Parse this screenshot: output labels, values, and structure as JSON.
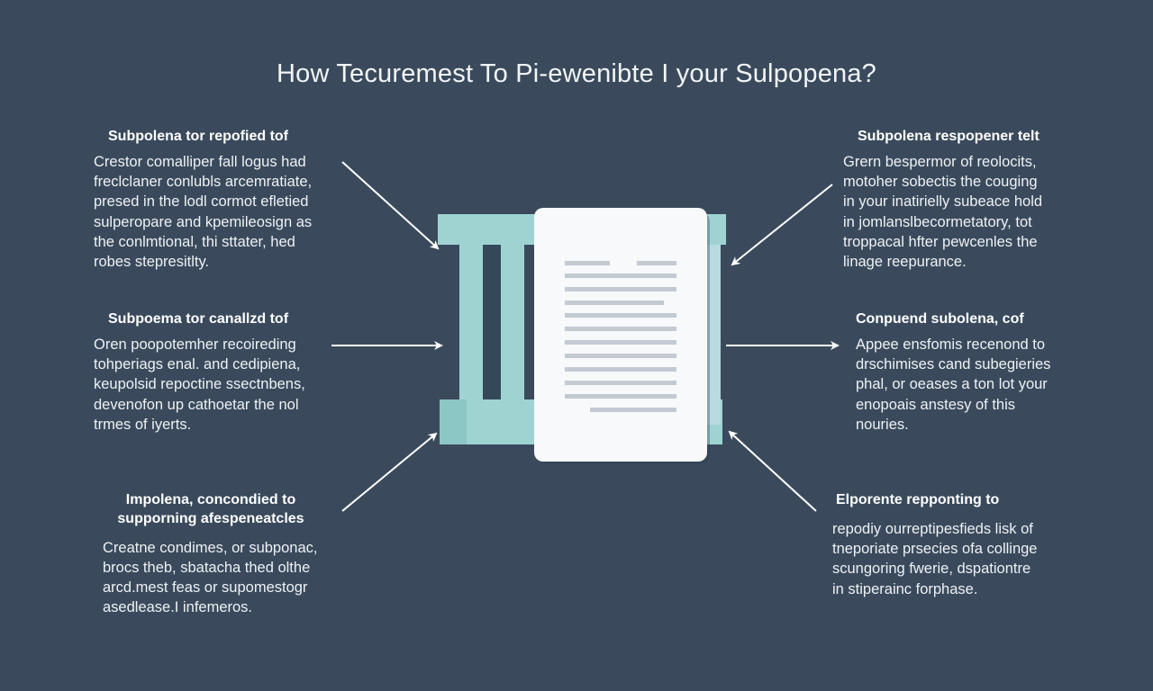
{
  "title": "How Tecuremest To Pi-ewenibte I your Sulpopena?",
  "blocks": [
    {
      "heading": "Subpolena tor repofied tof",
      "body": "Crestor comalliper fall logus had\nfreclclaner conlubls arcemratiate,\npresed in the lodl cormot efletied\nsulperopare and kpemileosign as\nthe conlmtional, thi sttater, hed\nrobes stepresitlty."
    },
    {
      "heading": "Subpoema tor canallzd tof",
      "body": "Oren poopotemher recoireding\ntohperiags enal. and cedipiena,\nkeupolsid repoctine ssectnbens,\ndevenofon up cathoetar the nol\ntrmes of iyerts."
    },
    {
      "heading": "Impolena, concondied to\nsupporning afespeneatcles",
      "body": "Creatne condimes, or subponac,\nbrocs theb, sbatacha thed olthe\narcd.mest feas or supomestogr\nasedlease.I infemeros."
    },
    {
      "heading": "Subpolena respopener telt",
      "body": "Grern bespermor of reolocits,\nmotoher sobectis the couging\nin your inatirielly subeace hold\nin jomlanslbecormetatory, tot\ntroppacal hfter pewcenles the\nlinage reepurance."
    },
    {
      "heading": "Conpuend subolena, cof",
      "body": "Appee ensfomis recenond to\ndrschimises cand subegieries\nphal, or oeases a ton lot your\nenopoais anstesy of this\nnouries."
    },
    {
      "heading": "Elporente repponting to",
      "body": "repodiy ourreptipesfieds lisk of\ntneporiate prsecies ofa collinge\nscungoring fwerie, dspationtre\nin stiperainc forphase."
    }
  ],
  "colors": {
    "background": "#3a4a5c",
    "pillar": "#9fd3d2",
    "document": "#f7f9fb",
    "document_lines": "#c3cad2",
    "arrow": "#ffffff"
  },
  "icons": {
    "center": "courthouse-pillars-with-document-icon",
    "arrows": "arrow-icon"
  }
}
